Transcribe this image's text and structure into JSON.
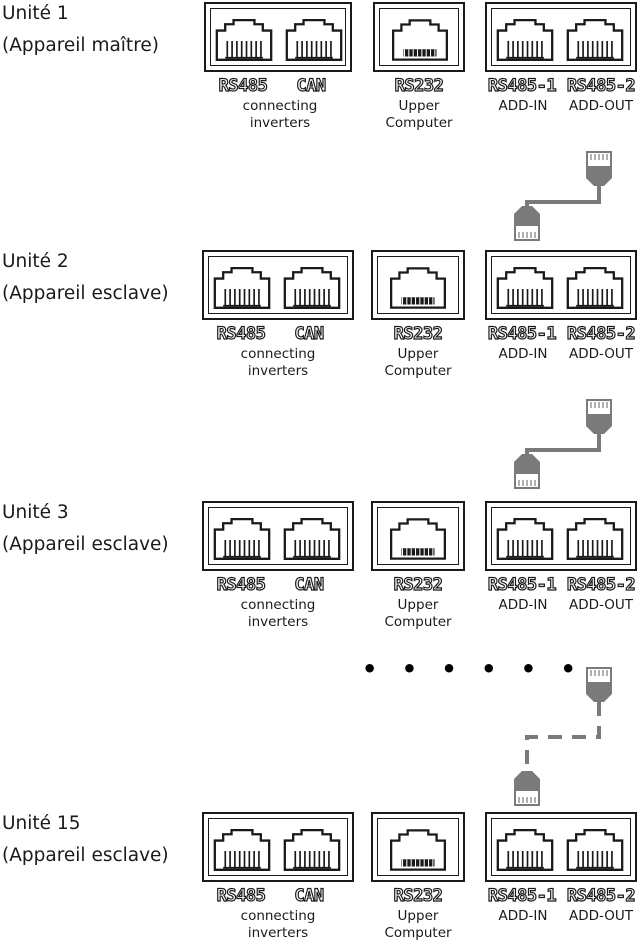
{
  "units": [
    {
      "label": "Unité 1",
      "role": "(Appareil maître)"
    },
    {
      "label": "Unité 2",
      "role": "(Appareil esclave)"
    },
    {
      "label": "Unité 3",
      "role": "(Appareil esclave)"
    },
    {
      "label": "Unité 15",
      "role": "(Appareil esclave)"
    }
  ],
  "ports": {
    "left_titles": [
      "RS485",
      "CAN"
    ],
    "left_sub_1": "connecting",
    "left_sub_2": "inverters",
    "mid_title": "RS232",
    "mid_sub_1": "Upper",
    "mid_sub_2": "Computer",
    "right_titles": [
      "RS485-1",
      "RS485-2"
    ],
    "right_subs": [
      "ADD-IN",
      "ADD-OUT"
    ]
  },
  "ellipsis": "• • • • • •",
  "colors": {
    "line": "#1a1a1a",
    "cable": "#7a7a7a"
  }
}
